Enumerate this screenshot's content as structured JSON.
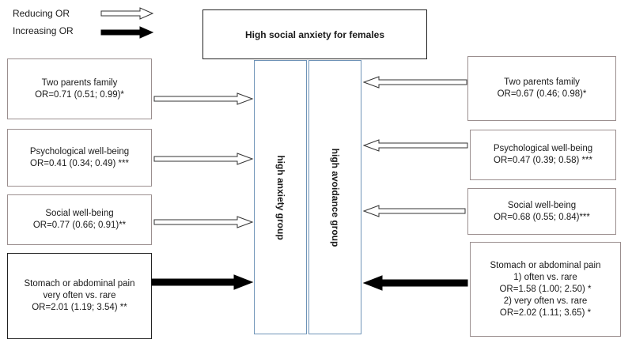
{
  "legend": {
    "reducing": "Reducing OR",
    "increasing": "Increasing OR"
  },
  "title": "High social anxiety for females",
  "groups": {
    "anxiety": "high anxiety group",
    "avoidance": "high avoidance group"
  },
  "left": [
    {
      "line1": "Two parents family",
      "line2": "OR=0.71 (0.51; 0.99)*"
    },
    {
      "line1": "Psychological well-being",
      "line2": "OR=0.41 (0.34; 0.49) ***"
    },
    {
      "line1": "Social well-being",
      "line2": "OR=0.77 (0.66; 0.91)**"
    },
    {
      "line1": "Stomach or abdominal pain",
      "line2": "very often vs. rare",
      "line3": "OR=2.01 (1.19; 3.54) **"
    }
  ],
  "right": [
    {
      "line1": "Two parents family",
      "line2": "OR=0.67 (0.46; 0.98)*"
    },
    {
      "line1": "Psychological well-being",
      "line2": "OR=0.47 (0.39; 0.58) ***"
    },
    {
      "line1": "Social well-being",
      "line2": "OR=0.68 (0.55; 0.84)***"
    },
    {
      "line1": "Stomach or abdominal pain",
      "line2": "1) often vs. rare",
      "line3": "OR=1.58 (1.00; 2.50) *",
      "line4": "2) very often vs. rare",
      "line5": "OR=2.02 (1.11; 3.65) *"
    }
  ]
}
